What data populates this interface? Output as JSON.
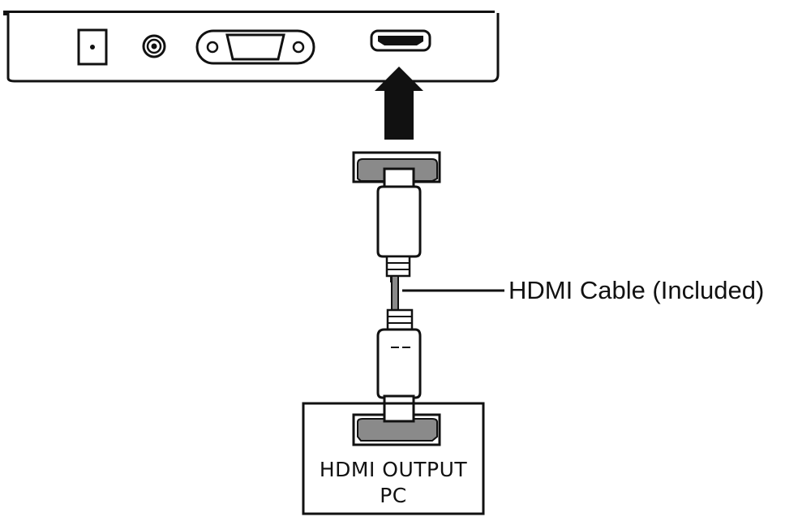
{
  "labels": {
    "cable": "HDMI Cable (Included)",
    "pc_line1": "HDMI OUTPUT",
    "pc_line2": "PC"
  },
  "icons": {
    "power_port": "dc-power-jack-icon",
    "audio_port": "audio-jack-icon",
    "vga_port": "vga-port-icon",
    "hdmi_port": "hdmi-port-icon",
    "arrow": "arrow-up-icon"
  },
  "colors": {
    "line": "#111111",
    "connector_fill": "#8a8a8a",
    "background": "#ffffff"
  }
}
